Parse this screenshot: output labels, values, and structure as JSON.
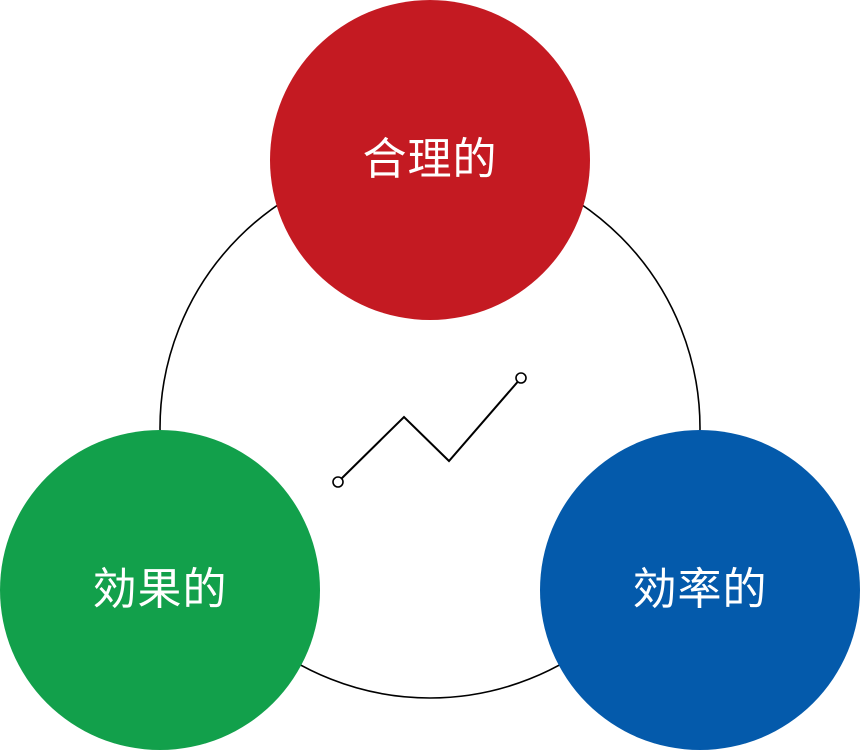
{
  "nodes": [
    {
      "id": "top",
      "label": "合理的",
      "color": "#c41a22"
    },
    {
      "id": "left",
      "label": "効果的",
      "color": "#12a04b"
    },
    {
      "id": "right",
      "label": "効率的",
      "color": "#045aab"
    }
  ],
  "center_icon": "trend-line-icon",
  "ring_color": "#000000",
  "icon_color": "#000000"
}
